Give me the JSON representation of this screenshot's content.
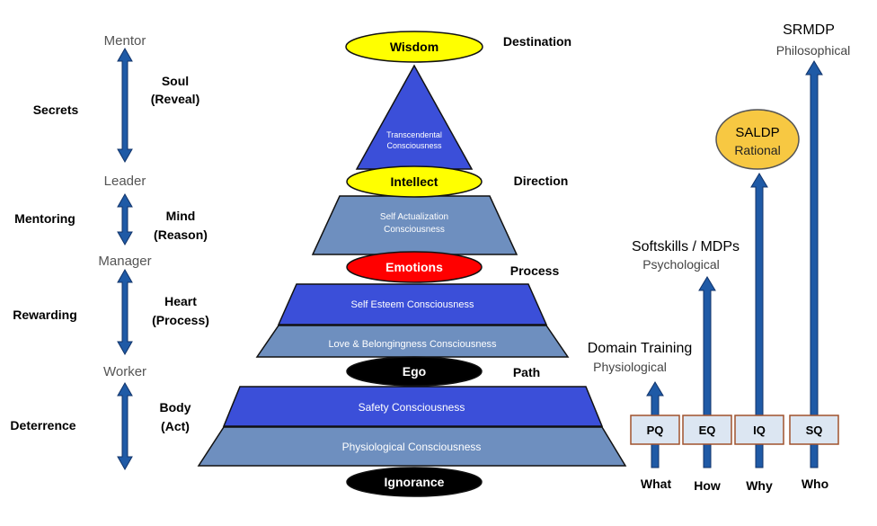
{
  "left_column": {
    "levels": [
      "Mentor",
      "Leader",
      "Manager",
      "Worker"
    ],
    "practices": [
      "Secrets",
      "Mentoring",
      "Rewarding",
      "Deterrence"
    ],
    "faculties": [
      {
        "line1": "Soul",
        "line2": "(Reveal)"
      },
      {
        "line1": "Mind",
        "line2": "(Reason)"
      },
      {
        "line1": "Heart",
        "line2": "(Process)"
      },
      {
        "line1": "Body",
        "line2": "(Act)"
      }
    ]
  },
  "pyramid": {
    "apex": "Transcendental Consciousness",
    "apex_line1": "Transcendental",
    "apex_line2": "Consciousness",
    "tier2_line1": "Self Actualization",
    "tier2_line2": "Consciousness",
    "tier3a": "Self Esteem Consciousness",
    "tier3b": "Love & Belongingness Consciousness",
    "tier4a": "Safety Consciousness",
    "tier4b": "Physiological Consciousness"
  },
  "ovals": {
    "wisdom": "Wisdom",
    "intellect": "Intellect",
    "emotions": "Emotions",
    "ego": "Ego",
    "ignorance": "Ignorance"
  },
  "stages": {
    "destination": "Destination",
    "direction": "Direction",
    "process": "Process",
    "path": "Path"
  },
  "quotients": [
    {
      "box": "PQ",
      "question": "What",
      "title": "Domain Training",
      "subtitle": "Physiological"
    },
    {
      "box": "EQ",
      "question": "How",
      "title": "Softskills / MDPs",
      "subtitle": "Psychological"
    },
    {
      "box": "IQ",
      "question": "Why",
      "title": "SALDP",
      "subtitle": "Rational"
    },
    {
      "box": "SQ",
      "question": "Who",
      "title": "SRMDP",
      "subtitle": "Philosophical"
    }
  ],
  "colors": {
    "arrow_blue": "#1f5aa6",
    "arrow_stroke": "#10336a",
    "tier_dark": "#3b4fd9",
    "tier_light": "#6e8fbf",
    "oval_yellow": "#ffff00",
    "oval_red": "#ff0000",
    "oval_black": "#000000",
    "saldp_fill": "#f7c842",
    "box_fill": "#dce6f2",
    "box_stroke": "#a0522d"
  }
}
